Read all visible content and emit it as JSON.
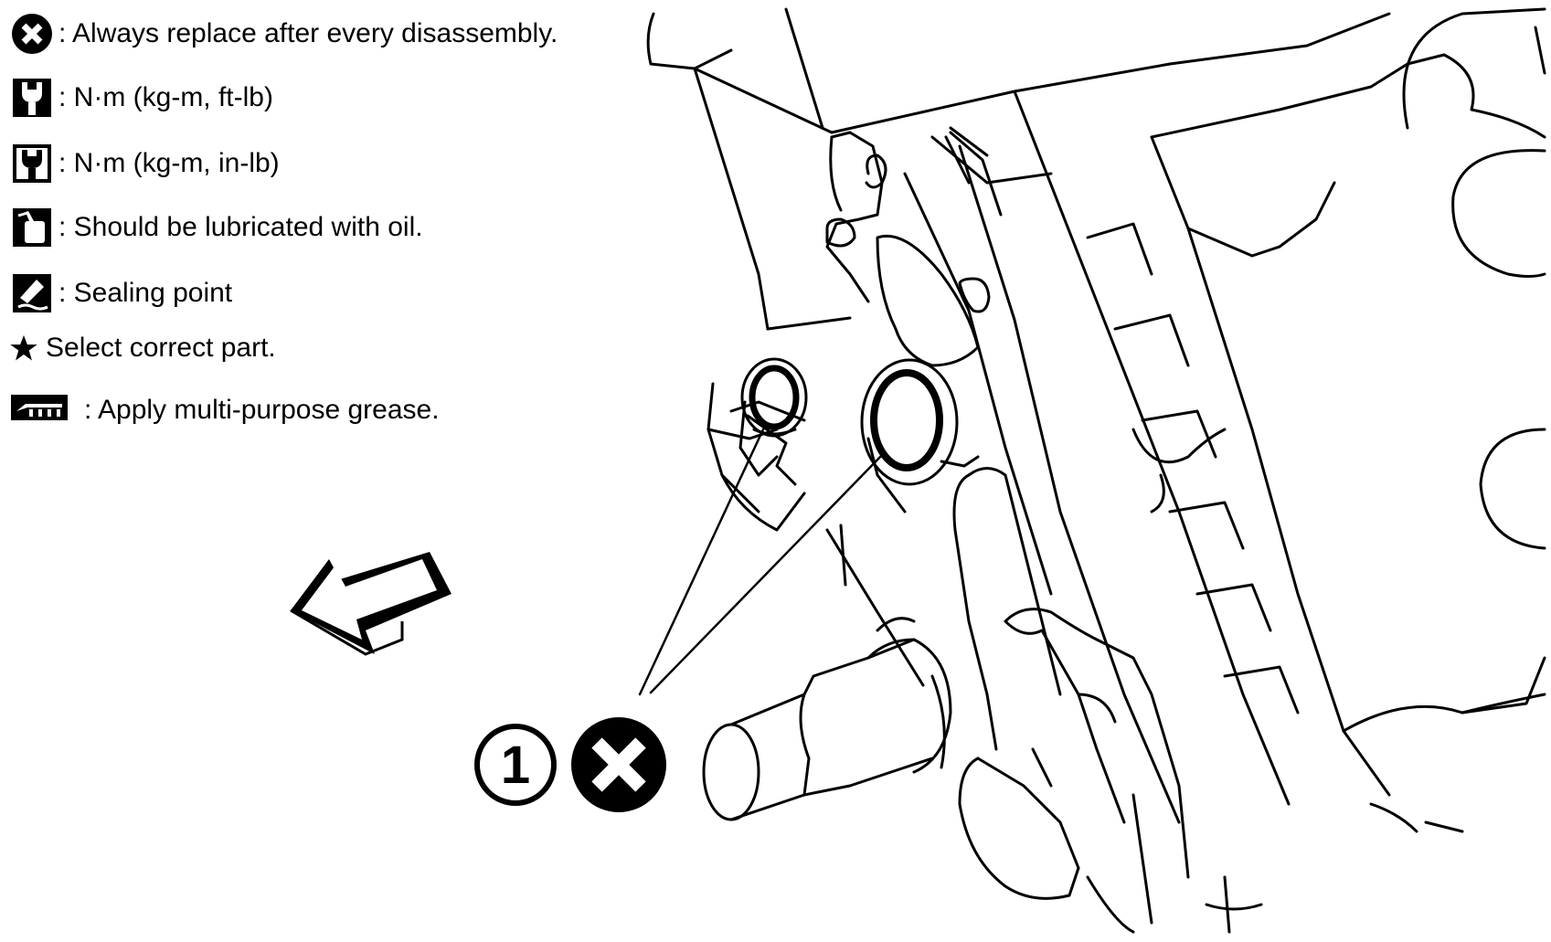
{
  "legend": {
    "items": [
      {
        "icon": "replace-x-icon",
        "text": ": Always replace after every disassembly."
      },
      {
        "icon": "torque-wrench-ft-lb-icon",
        "text": ": N·m (kg-m, ft-lb)"
      },
      {
        "icon": "torque-wrench-in-lb-icon",
        "text": ": N·m (kg-m, in-lb)"
      },
      {
        "icon": "oil-can-icon",
        "text": ": Should be lubricated with oil."
      },
      {
        "icon": "sealant-tube-icon",
        "text": ": Sealing point"
      },
      {
        "icon": "star-icon",
        "text": "Select correct part."
      },
      {
        "icon": "grease-gun-icon",
        "text": ": Apply multi-purpose grease."
      }
    ]
  },
  "diagram": {
    "callout_number": "①",
    "part_icon": "replace-x-icon",
    "direction_icon": "engine-front-arrow-icon"
  }
}
